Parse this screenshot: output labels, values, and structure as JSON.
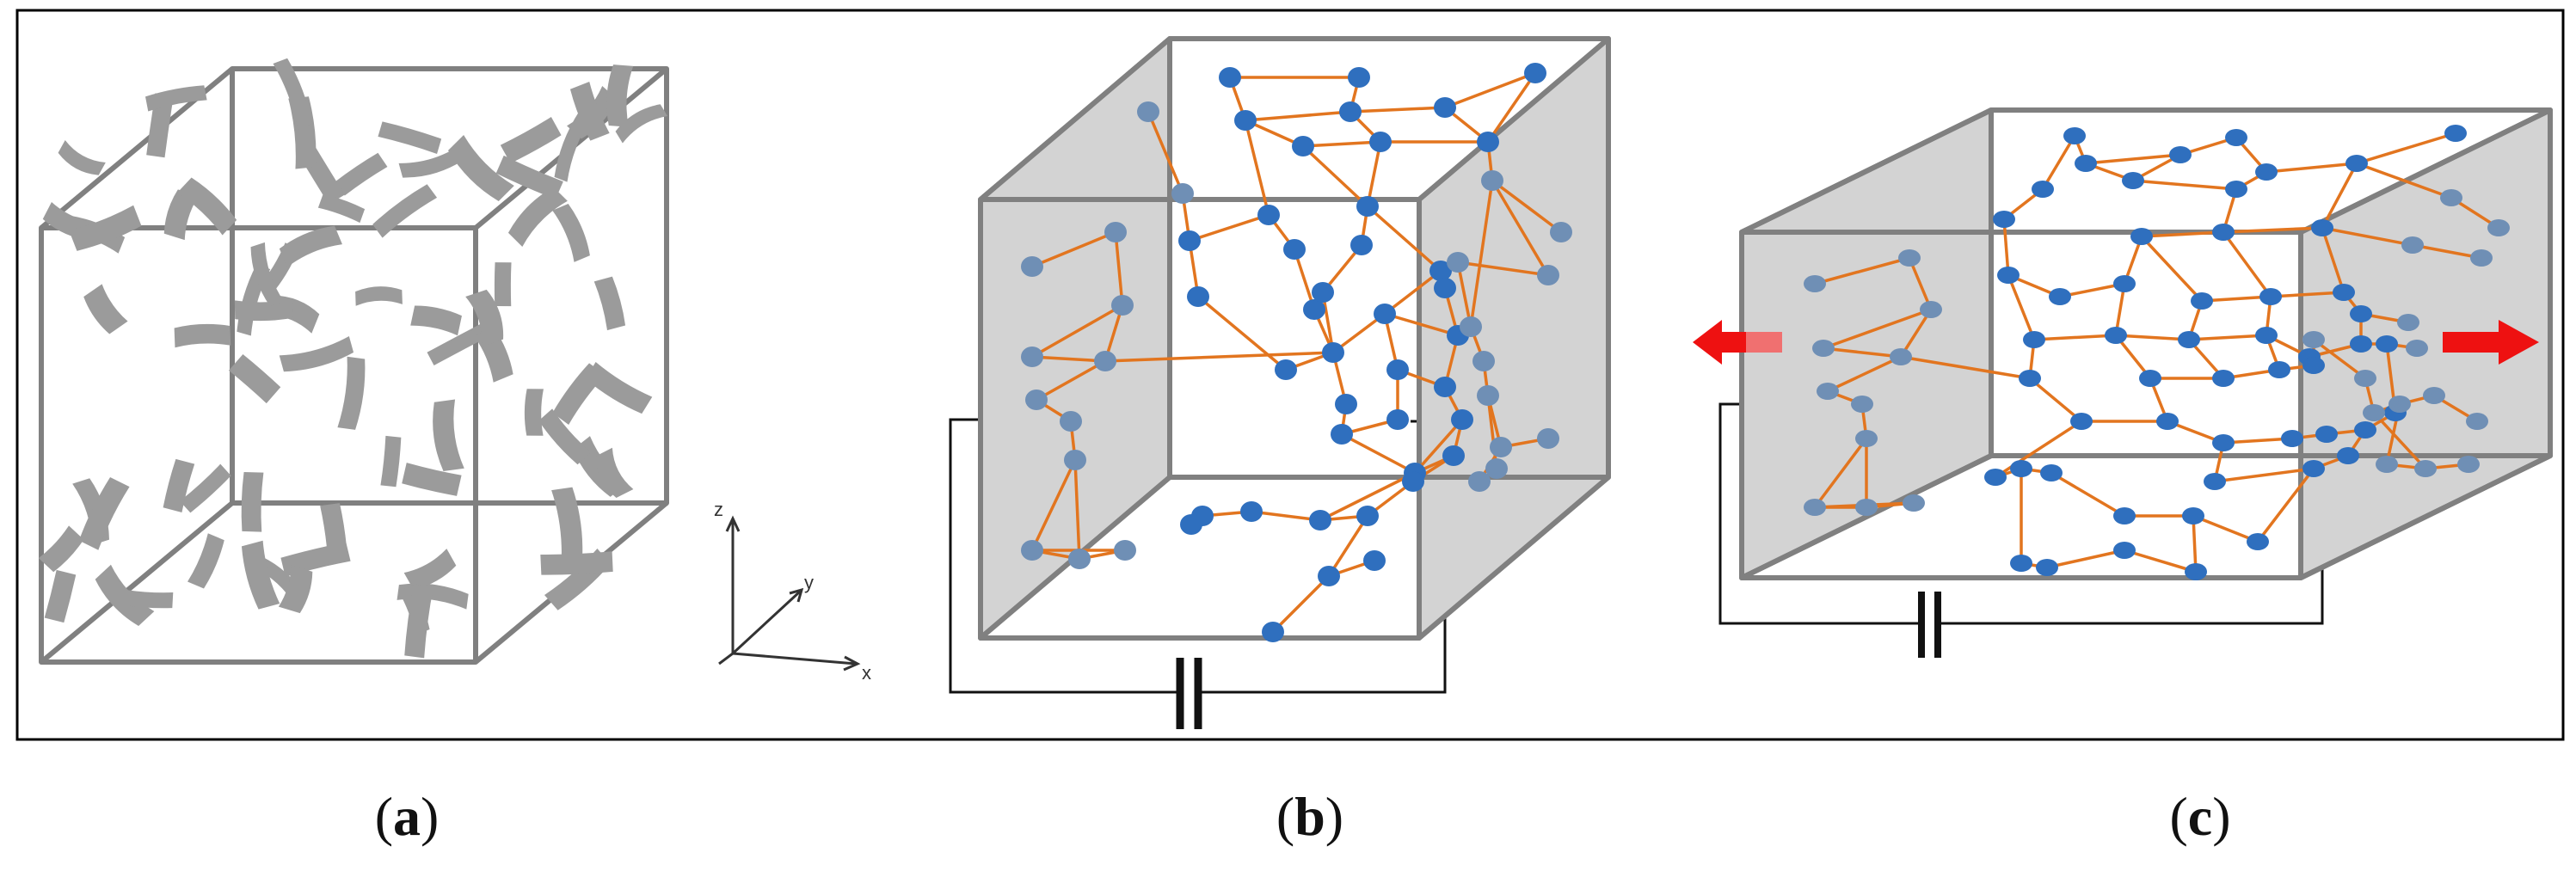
{
  "panels": {
    "a": {
      "caption_open": "(",
      "caption_letter": "a",
      "caption_close": ")"
    },
    "b": {
      "caption_open": "(",
      "caption_letter": "b",
      "caption_close": ")"
    },
    "c": {
      "caption_open": "(",
      "caption_letter": "c",
      "caption_close": ")"
    }
  },
  "axes": {
    "x": "x",
    "y": "y",
    "z": "z"
  },
  "colors": {
    "frame": "#000000",
    "cube_edge": "#808080",
    "cube_face": "#d3d3d3",
    "flake": "#9b9b9b",
    "node": "#2f6fbe",
    "node_back": "#6f8fb5",
    "bond": "#e2751f",
    "arrow": "#ee1111",
    "circuit": "#111111"
  },
  "icons": {
    "left_arrow": "arrow-left-icon",
    "right_arrow": "arrow-right-icon",
    "capacitor": "capacitor-icon"
  }
}
